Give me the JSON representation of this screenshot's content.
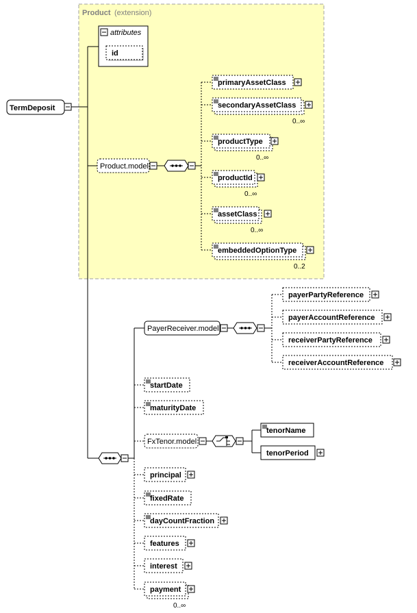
{
  "extension": {
    "name": "Product",
    "note": "(extension)"
  },
  "attributes": {
    "title": "attributes",
    "id": "id"
  },
  "root": {
    "label": "TermDeposit"
  },
  "groups": {
    "product_model": "Product.model",
    "payer_receiver_model": "PayerReceiver.model",
    "fxtenor_model": "FxTenor.model"
  },
  "product_elements": [
    {
      "label": "primaryAssetClass",
      "card": ""
    },
    {
      "label": "secondaryAssetClass",
      "card": "0..∞"
    },
    {
      "label": "productType",
      "card": "0..∞"
    },
    {
      "label": "productId",
      "card": "0..∞"
    },
    {
      "label": "assetClass",
      "card": "0..∞"
    },
    {
      "label": "embeddedOptionType",
      "card": "0..2"
    }
  ],
  "payer_receiver_elements": [
    {
      "label": "payerPartyReference"
    },
    {
      "label": "payerAccountReference"
    },
    {
      "label": "receiverPartyReference"
    },
    {
      "label": "receiverAccountReference"
    }
  ],
  "fxtenor_elements": [
    {
      "label": "tenorName"
    },
    {
      "label": "tenorPeriod"
    }
  ],
  "main_elements": [
    {
      "label": "startDate"
    },
    {
      "label": "maturityDate"
    },
    {
      "label": "principal"
    },
    {
      "label": "fixedRate"
    },
    {
      "label": "dayCountFraction"
    },
    {
      "label": "features"
    },
    {
      "label": "interest"
    },
    {
      "label": "payment",
      "card": "0..∞"
    }
  ],
  "colors": {
    "extension_fill": "#ffffc0",
    "extension_border": "#a0a0a0"
  }
}
